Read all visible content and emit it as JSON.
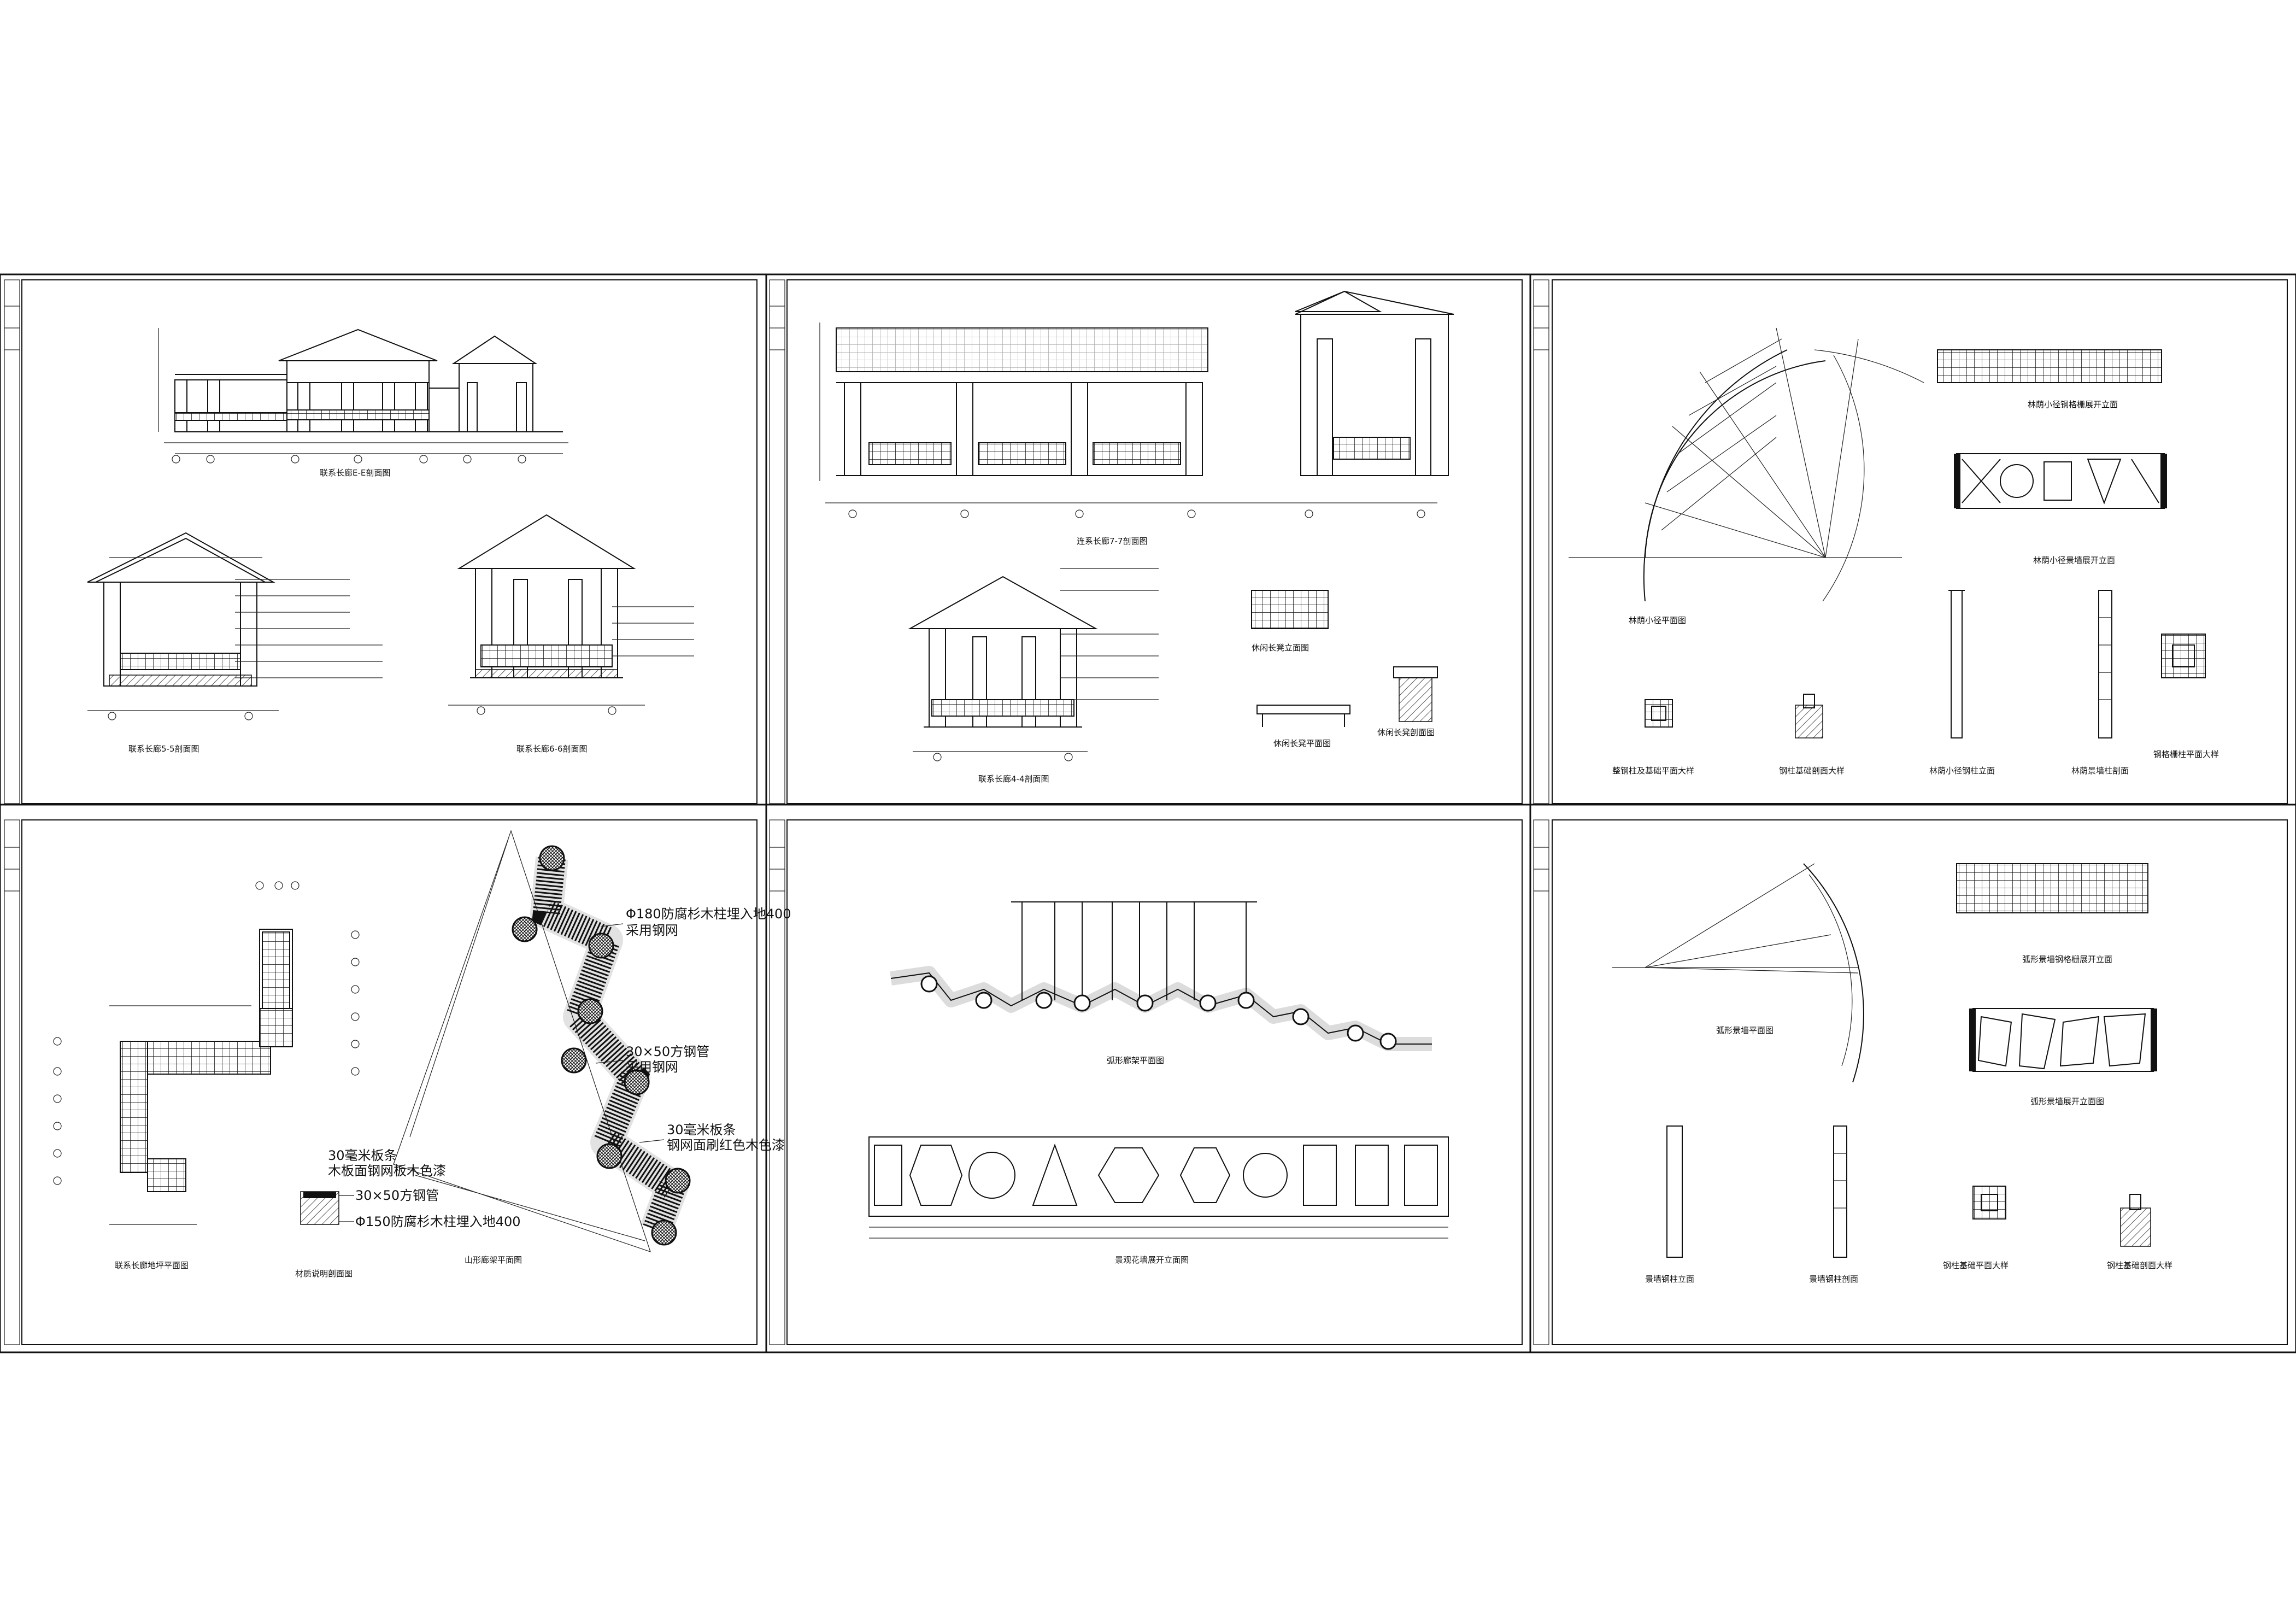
{
  "sheets": [
    {
      "title": "联系长廊E-E剖面图",
      "drawings": [
        {
          "label": "联系长廊E-E剖面图"
        },
        {
          "label": "联系长廊5-5剖面图"
        },
        {
          "label": "联系长廊6-6剖面图"
        }
      ]
    },
    {
      "title": "连系长廊7-7剖面图",
      "drawings": [
        {
          "label": "连系长廊7-7剖面图"
        },
        {
          "label": "联系长廊4-4剖面图"
        },
        {
          "label": "休闲长凳立面图"
        },
        {
          "label": "休闲长凳平面图"
        },
        {
          "label": "休闲长凳剖面图"
        }
      ]
    },
    {
      "title": "林荫小径平面图",
      "drawings": [
        {
          "label": "林荫小径平面图"
        },
        {
          "label": "林荫小径钢格栅展开立面"
        },
        {
          "label": "林荫小径景墙展开立面"
        },
        {
          "label": "整钢柱及基础平面大样"
        },
        {
          "label": "钢柱基础剖面大样"
        },
        {
          "label": "林荫小径钢柱立面"
        },
        {
          "label": "林荫景墙柱剖面"
        },
        {
          "label": "钢格栅柱平面大样"
        }
      ]
    },
    {
      "title": "联系长廊地坪平面图",
      "drawings": [
        {
          "label": "联系长廊地坪平面图"
        },
        {
          "label": "材质说明剖面图"
        },
        {
          "label": "山形廊架平面图"
        }
      ],
      "annotations": {
        "a1": "Φ180防腐杉木柱埋入地400",
        "a1b": "采用钢网",
        "a2": "30×50方钢管",
        "a2b": "采用钢网",
        "a3": "30毫米板条",
        "a3b": "木板面钢网板木色漆",
        "a4": "30毫米板条",
        "a4b": "钢网面刷红色木色漆",
        "a5": "30×50方钢管",
        "a6": "Φ150防腐杉木柱埋入地400"
      }
    },
    {
      "title": "廊架平面图",
      "drawings": [
        {
          "label": "弧形廊架平面图"
        },
        {
          "label": "景观花墙展开立面图"
        }
      ]
    },
    {
      "title": "弧形景墙平面图",
      "drawings": [
        {
          "label": "弧形景墙平面图"
        },
        {
          "label": "弧形景墙钢格栅展开立面"
        },
        {
          "label": "弧形景墙展开立面图"
        },
        {
          "label": "景墙钢柱立面"
        },
        {
          "label": "景墙钢柱剖面"
        },
        {
          "label": "钢柱基础平面大样"
        },
        {
          "label": "钢柱基础剖面大样"
        }
      ]
    }
  ]
}
